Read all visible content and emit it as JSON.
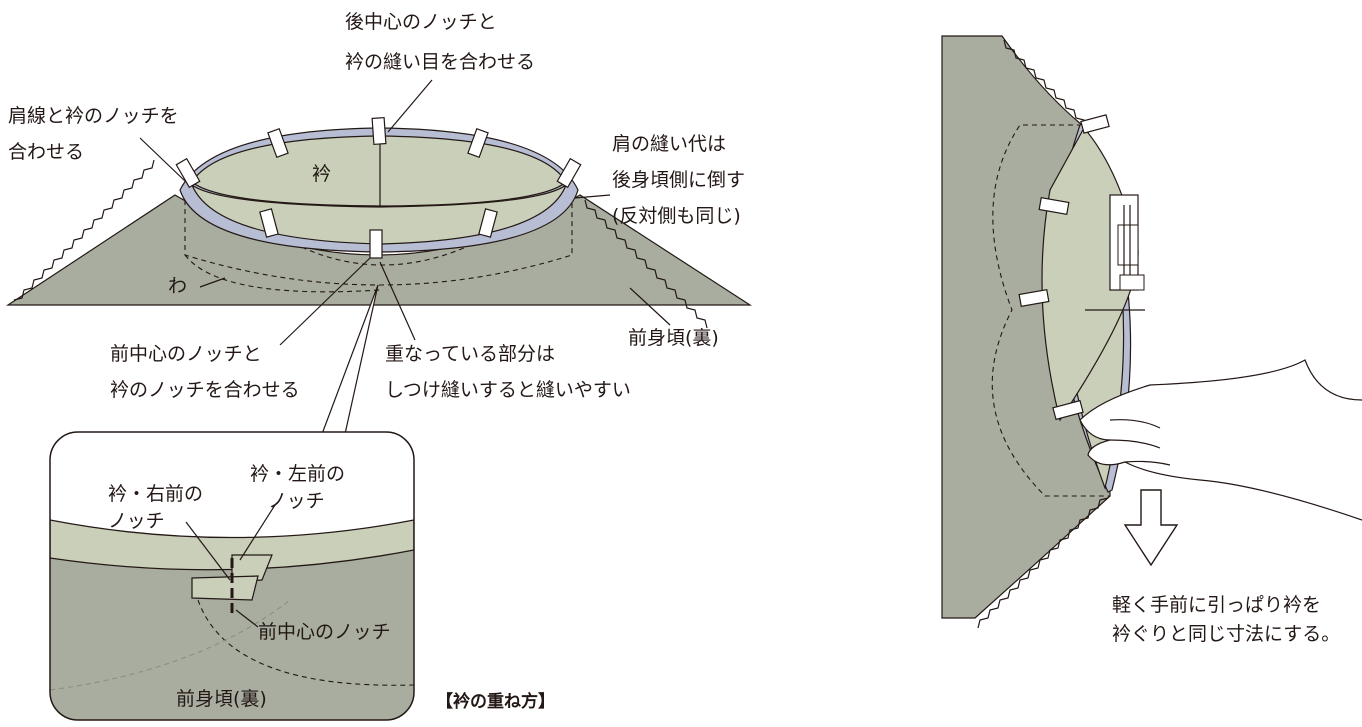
{
  "left_figure": {
    "labels": {
      "back_center_line1": "後中心のノッチと",
      "back_center_line2": "衿の縫い目を合わせる",
      "shoulder_notch_line1": "肩線と衿のノッチを",
      "shoulder_notch_line2": "合わせる",
      "collar": "衿",
      "shoulder_seam_line1": "肩の縫い代は",
      "shoulder_seam_line2": "後身頃側に倒す",
      "shoulder_seam_line3": "(反対側も同じ)",
      "fold": "わ",
      "front_body_back": "前身頃(裏)",
      "front_center_line1": "前中心のノッチと",
      "front_center_line2": "衿のノッチを合わせる",
      "overlap_line1": "重なっている部分は",
      "overlap_line2": "しつけ縫いすると縫いやすい"
    }
  },
  "detail_inset": {
    "labels": {
      "right_front_notch_line1": "衿・右前の",
      "right_front_notch_line2": "ノッチ",
      "left_front_notch_line1": "衿・左前の",
      "left_front_notch_line2": "ノッチ",
      "front_center_notch": "前中心のノッチ",
      "front_body_back": "前身頃(裏)"
    },
    "caption": "【衿の重ね方】"
  },
  "right_figure": {
    "instruction_line1": "軽く手前に引っぱり衿を",
    "instruction_line2": "衿ぐりと同じ寸法にする。"
  },
  "colors": {
    "body_fabric": "#a8ada0",
    "collar_fabric": "#c9cfb8",
    "lining_blue": "#b7bdd3",
    "outline": "#231815",
    "clip": "#ffffff"
  }
}
